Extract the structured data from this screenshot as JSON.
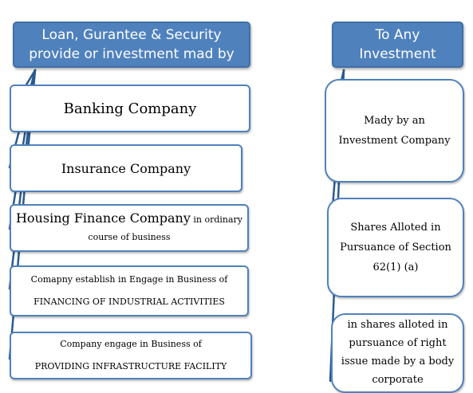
{
  "left_header": {
    "line1": "Loan, Gurantee & Security",
    "line2": "provide or investment mad by"
  },
  "right_header": {
    "line1": "To Any",
    "line2": "Investment"
  },
  "left_boxes": {
    "banking": "Banking Company",
    "insurance": "Insurance Company",
    "housing_main": "Housing Finance Company",
    "housing_tail": " in ordinary",
    "housing_line2": "course of business",
    "industrial_line1": "Comapny establish in Engage in Business of",
    "industrial_line2": "FINANCING OF INDUSTRIAL ACTIVITIES",
    "infra_line1": "Company engage in Business of",
    "infra_line2": "PROVIDING INFRASTRUCTURE FACILITY"
  },
  "right_boxes": {
    "investment_company_line1": "Mady by an",
    "investment_company_line2": "Investment Company",
    "shares_line1": "Shares Alloted in",
    "shares_line2": "Pursuance of Section",
    "shares_line3": "62(1) (a)",
    "rights_line1": "in shares alloted in",
    "rights_line2": "pursuance of right",
    "rights_line3": "issue made by a body",
    "rights_line4": "corporate"
  },
  "colors": {
    "header_fill": "#4f81bd",
    "box_border": "#4f81bd",
    "connector": "#2c5a8f"
  }
}
